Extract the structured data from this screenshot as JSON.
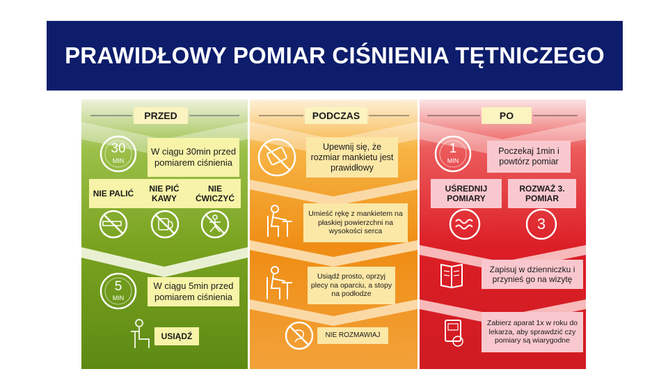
{
  "title": "PRAWIDŁOWY POMIAR CIŚNIENIA TĘTNICZEGO",
  "colors": {
    "banner": "#0d1d6b",
    "before": "#7aa51f",
    "during": "#ee8a0c",
    "after": "#dc1e26"
  },
  "before": {
    "header": "PRZED",
    "timer1": {
      "number": "30",
      "unit": "MIN"
    },
    "step1": "W ciągu 30min przed pomiarem ciśnienia",
    "dont": [
      {
        "label": "NIE PALIĆ",
        "icon": "no-smoking-icon"
      },
      {
        "label": "NIE PIĆ KAWY",
        "icon": "no-coffee-icon"
      },
      {
        "label": "NIE ĆWICZYĆ",
        "icon": "no-exercise-icon"
      }
    ],
    "timer2": {
      "number": "5",
      "unit": "MIN"
    },
    "step2": "W ciągu 5min przed pomiarem ciśnienia",
    "sit": "USIĄDŹ"
  },
  "during": {
    "header": "PODCZAS",
    "steps": [
      {
        "text": "Upewnij się, że rozmiar mankietu jest prawidłowy",
        "icon": "cuff-icon"
      },
      {
        "text": "Umieść rękę z mankietem na płaskiej powierzchni na wysokości serca",
        "icon": "arm-on-table-icon"
      },
      {
        "text": "Usiądź prosto, oprzyj plecy na oparciu, a stopy na podłodze",
        "icon": "sitting-posture-icon"
      },
      {
        "text": "NIE ROZMAWIAJ",
        "icon": "no-talking-icon"
      }
    ]
  },
  "after": {
    "header": "PO",
    "timer": {
      "number": "1",
      "unit": "MIN"
    },
    "wait": "Poczekaj 1min i powtórz pomiar",
    "average": "UŚREDNIJ POMIARY",
    "consider": "ROZWAŻ 3. POMIAR",
    "record": "Zapisuj w dzienniczku i przynieś go na wizytę",
    "bring": "Zabierz aparat 1x w roku do lekarza, aby sprawdzić czy pomiary są wiarygodne"
  }
}
